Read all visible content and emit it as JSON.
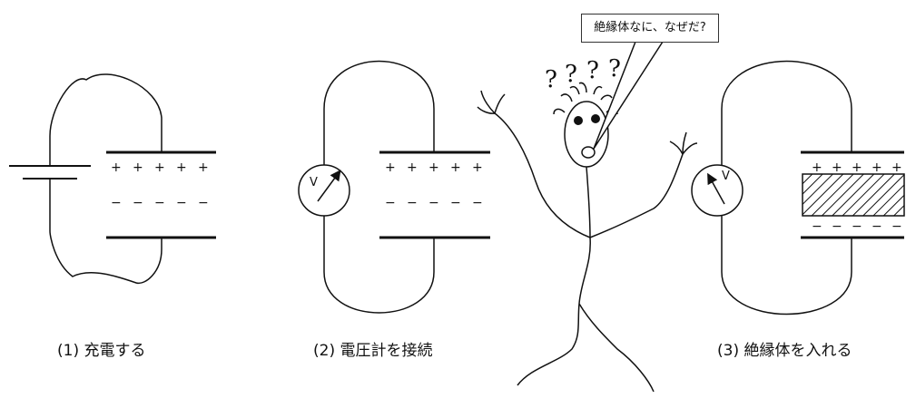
{
  "captions": {
    "step1": "(1) 充電する",
    "step2": "(2) 電圧計を接続",
    "step3": "(3) 絶縁体を入れる"
  },
  "speech_bubble": "絶縁体なに、なぜだ?",
  "question_marks": [
    "?",
    "?",
    "?",
    "?"
  ],
  "voltmeter_label": "V",
  "plate_charges": {
    "top": [
      "+",
      "+",
      "+",
      "+",
      "+"
    ],
    "bottom": [
      "−",
      "−",
      "−",
      "−",
      "−"
    ]
  },
  "colors": {
    "line": "#111111",
    "background": "#ffffff"
  }
}
